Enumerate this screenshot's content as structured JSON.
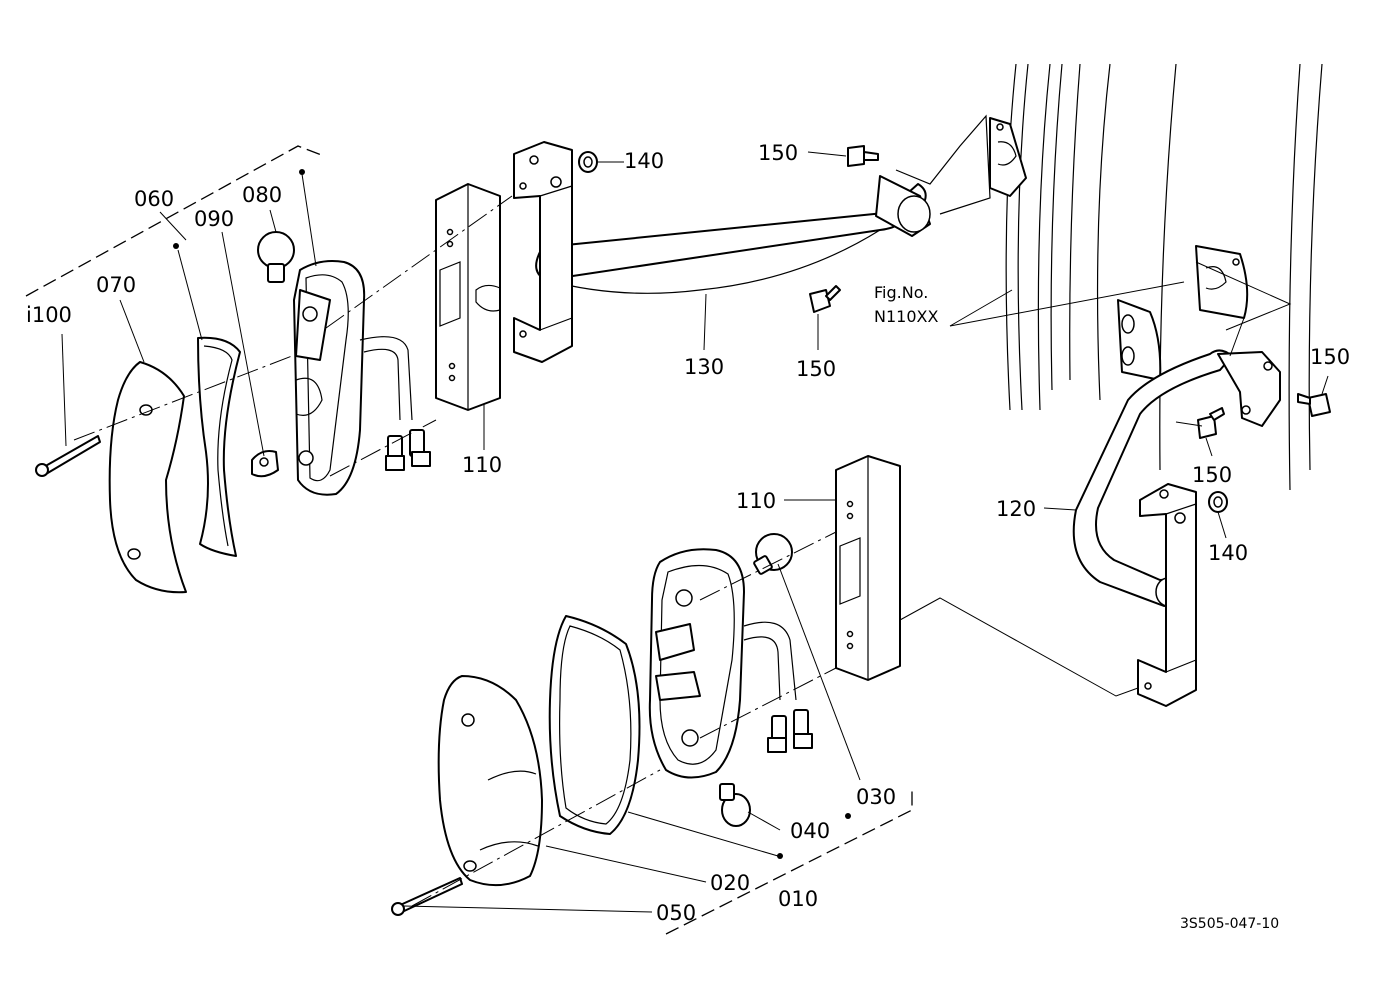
{
  "labels": {
    "l010": "010",
    "l020": "020",
    "l030": "030",
    "l040": "040",
    "l050": "050",
    "l060": "060",
    "l070": "070",
    "l080": "080",
    "l090": "090",
    "l100": "i100",
    "l110a": "110",
    "l110b": "110",
    "l120": "120",
    "l130": "130",
    "l140a": "140",
    "l140b": "140",
    "l150a": "150",
    "l150b": "150",
    "l150c": "150",
    "l150d": "150"
  },
  "figure_ref": {
    "line1": "Fig.No.",
    "line2": "N110XX"
  },
  "drawing_code": "3S505-047-10"
}
